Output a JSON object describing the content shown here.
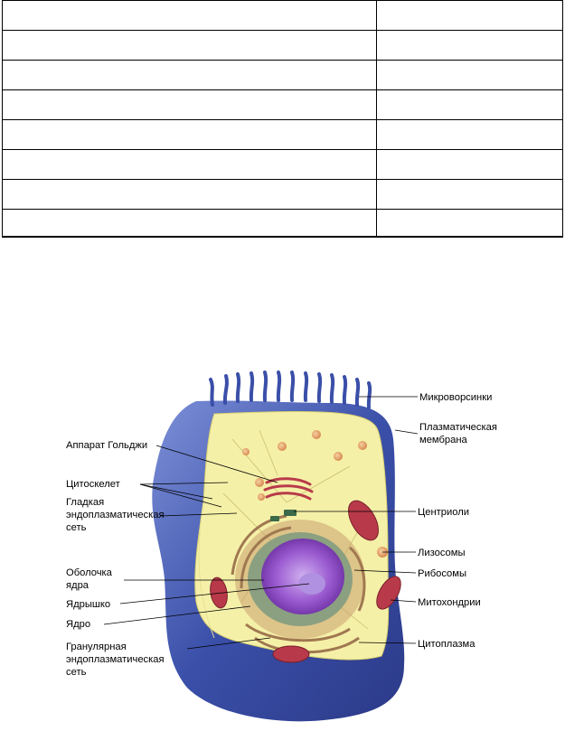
{
  "table": {
    "rows": [
      {
        "c1": "",
        "c2": ""
      },
      {
        "c1": "",
        "c2": ""
      },
      {
        "c1": "",
        "c2": ""
      },
      {
        "c1": "",
        "c2": ""
      },
      {
        "c1": "",
        "c2": ""
      },
      {
        "c1": "",
        "c2": ""
      },
      {
        "c1": "",
        "c2": ""
      },
      {
        "c1": "",
        "c2": ""
      }
    ]
  },
  "diagram": {
    "labels_left": {
      "golgi": "Аппарат Гольджи",
      "cytoskeleton": "Цитоскелет",
      "smooth_er_1": "Гладкая",
      "smooth_er_2": "эндоплазматическая",
      "smooth_er_3": "сеть",
      "nuclear_envelope_1": "Оболочка",
      "nuclear_envelope_2": "ядра",
      "nucleolus": "Ядрышко",
      "nucleus": "Ядро",
      "rough_er_1": "Гранулярная",
      "rough_er_2": "эндоплазматическая",
      "rough_er_3": "сеть"
    },
    "labels_right": {
      "microvilli": "Микроворсинки",
      "plasma_membrane_1": "Плазматическая",
      "plasma_membrane_2": "мембрана",
      "centrioles": "Центриоли",
      "lysosomes": "Лизосомы",
      "ribosomes": "Рибосомы",
      "mitochondria": "Митохондрии",
      "cytoplasm": "Цитоплазма"
    },
    "colors": {
      "background": "#ffffff",
      "membrane_outer": "#3a4fa8",
      "membrane_light": "#6a80c8",
      "cytoplasm": "#f5f0a8",
      "nucleus_core": "#7a3fb5",
      "nucleolus": "#b090e0",
      "mitochondria": "#b83a4a",
      "organelle_tan": "#c8946a",
      "er_tan": "#a07850"
    }
  }
}
